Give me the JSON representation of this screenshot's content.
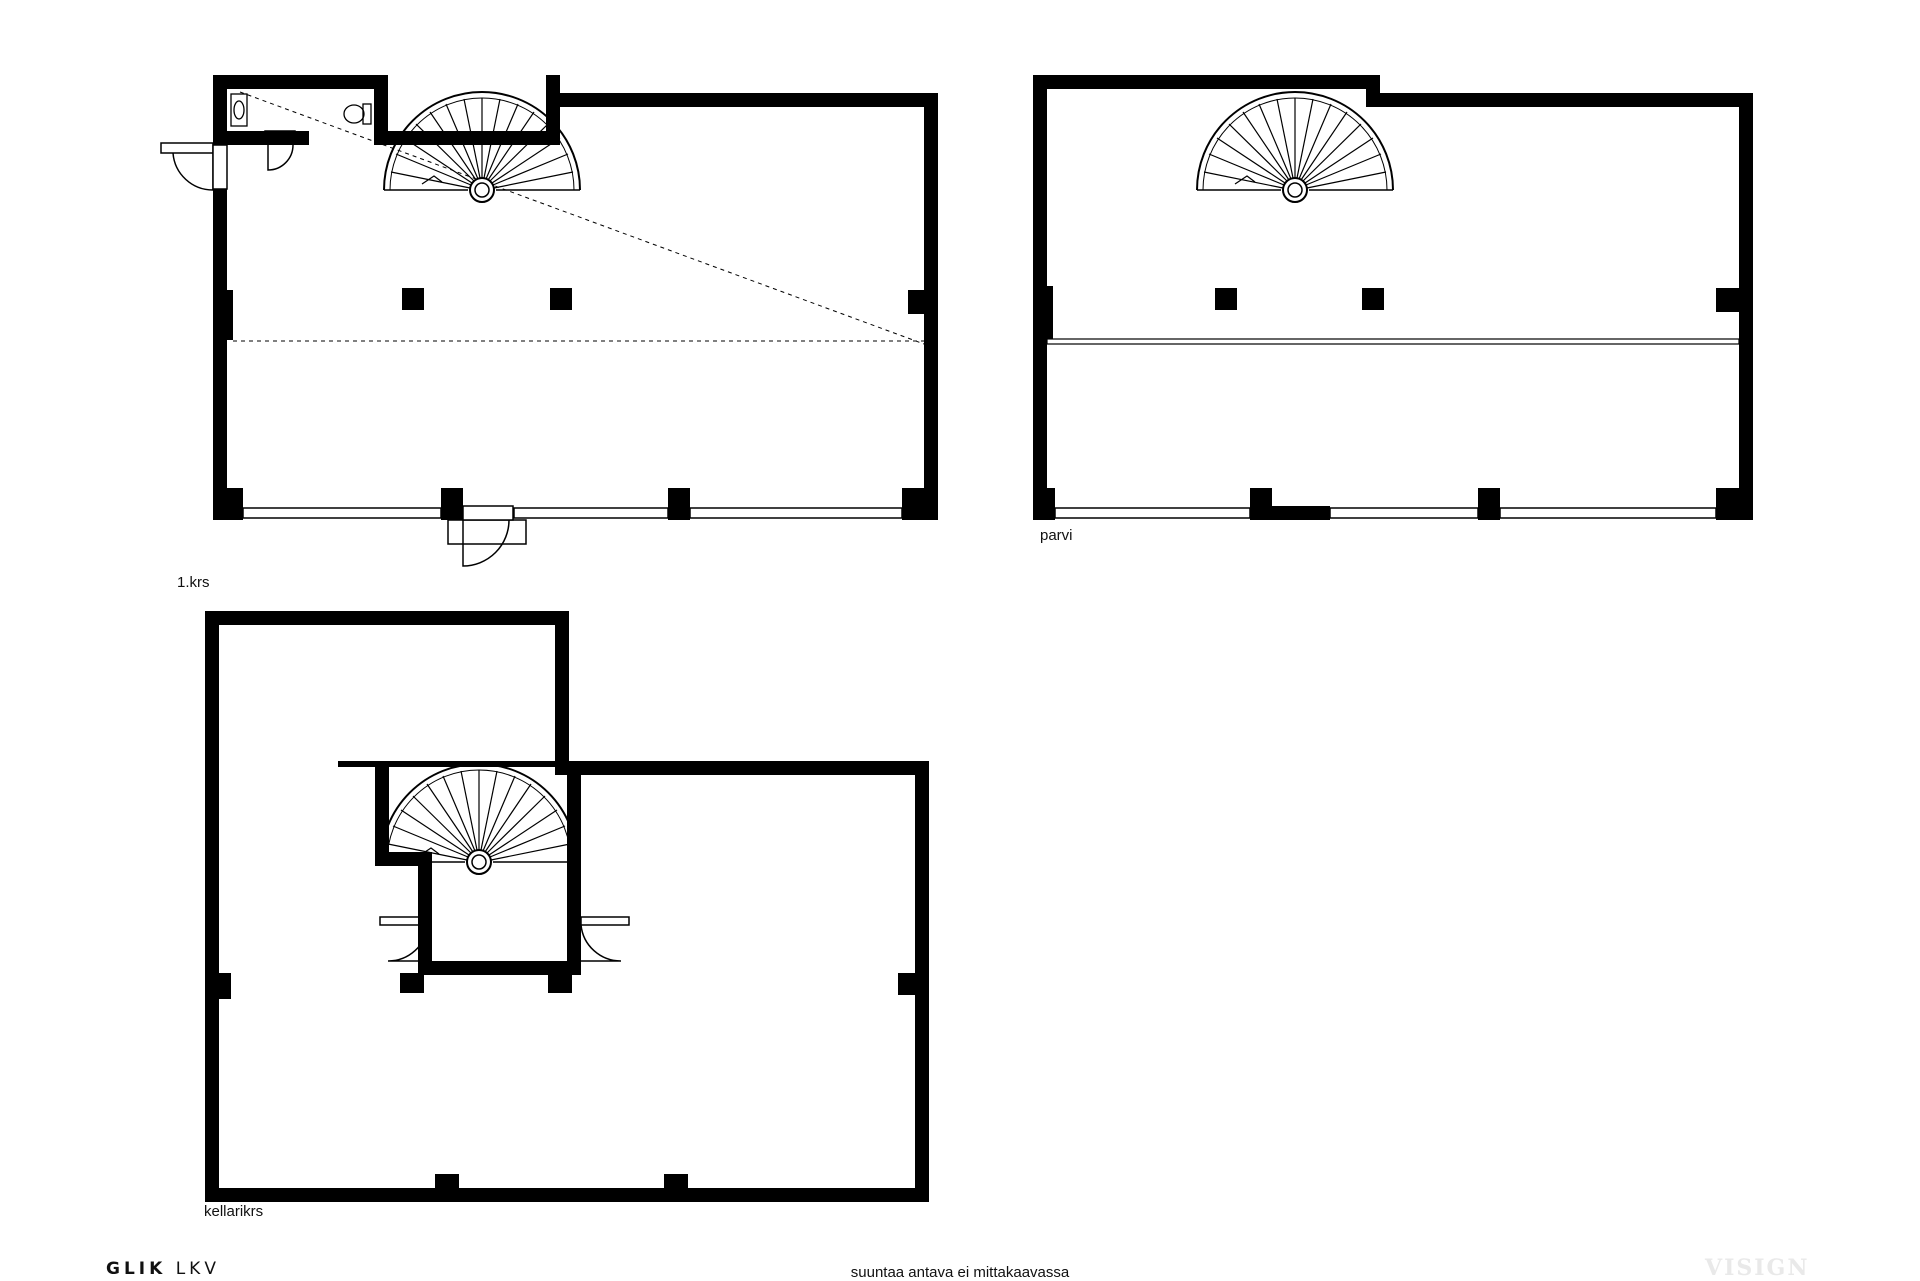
{
  "floors": {
    "first_floor": {
      "label": "1.krs"
    },
    "loft": {
      "label": "parvi"
    },
    "basement": {
      "label": "kellarikrs"
    }
  },
  "footer": {
    "brand_bold": "GLIK",
    "brand_light": "LKV",
    "note": "suuntaa antava ei mittakaavassa",
    "watermark": "VISIGN"
  },
  "colors": {
    "wall": "#000000",
    "background": "#ffffff",
    "watermark": "#e9e9e9"
  }
}
